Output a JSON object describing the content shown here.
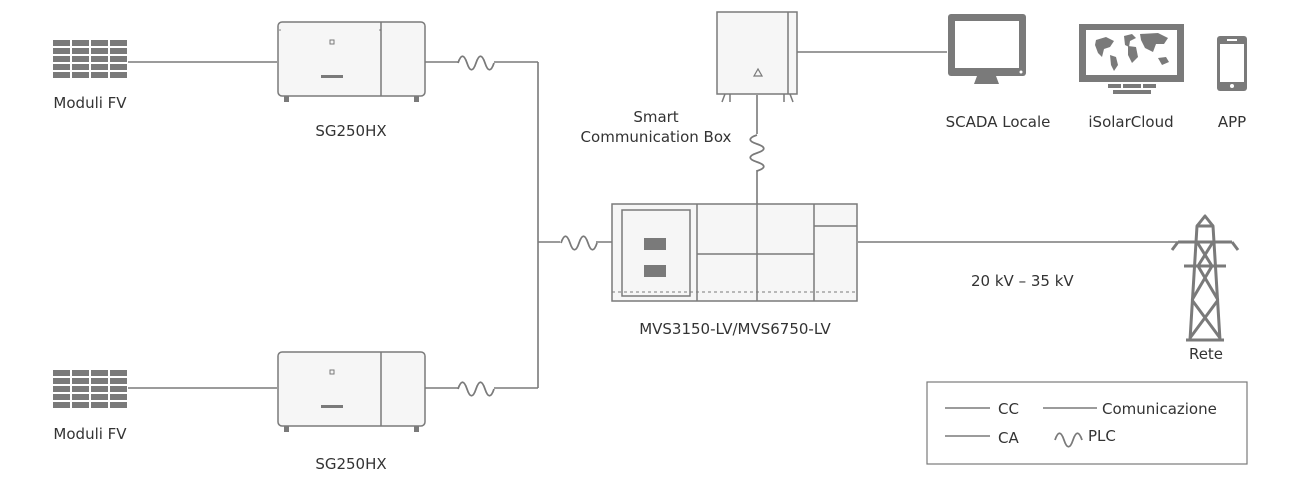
{
  "labels": {
    "pv_top": "Moduli FV",
    "pv_bottom": "Moduli FV",
    "inverter_top": "SG250HX",
    "inverter_bottom": "SG250HX",
    "comm_box_line1": "Smart",
    "comm_box_line2": "Communication Box",
    "mvs": "MVS3150-LV/MVS6750-LV",
    "voltage": "20 kV – 35 kV",
    "grid": "Rete",
    "scada": "SCADA Locale",
    "cloud": "iSolarCloud",
    "app": "APP"
  },
  "legend": {
    "dc": "CC",
    "ac": "CA",
    "communication": "Comunicazione",
    "plc": "PLC"
  },
  "colors": {
    "line": "#7a7a7a",
    "device_fill": "#f4f4f4",
    "icon_fill": "#7a7a7a",
    "text": "#333333"
  },
  "icons": {
    "pv": "solar-panel-icon",
    "inverter": "inverter-icon",
    "comm_box": "communication-box-icon",
    "mvs": "medium-voltage-station-icon",
    "grid": "transmission-tower-icon",
    "scada": "monitor-icon",
    "cloud": "world-map-screen-icon",
    "app": "smartphone-icon",
    "plc": "plc-wave-icon"
  }
}
